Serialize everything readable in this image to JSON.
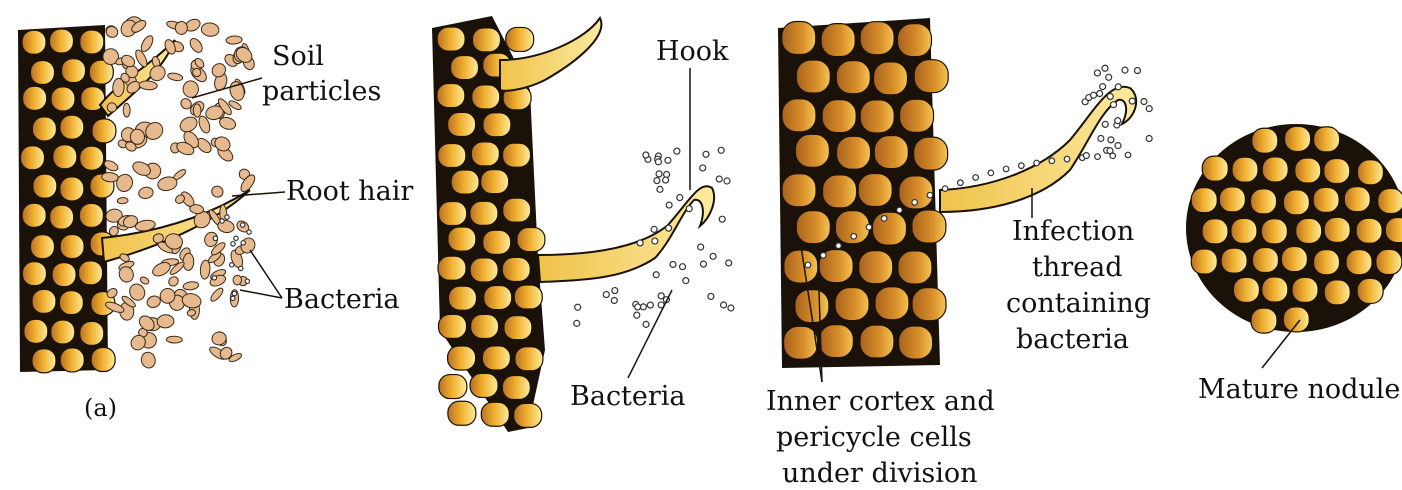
{
  "panels": [
    {
      "caption": "(a)",
      "labels": {
        "soil_line1": "Soil",
        "soil_line2": "particles",
        "root_hair": "Root hair",
        "bacteria": "Bacteria"
      }
    },
    {
      "labels": {
        "hook": "Hook",
        "bacteria": "Bacteria"
      }
    },
    {
      "labels": {
        "infection_1": "Infection",
        "infection_2": "thread",
        "infection_3": "containing",
        "infection_4": "bacteria",
        "cortex_1": "Inner cortex and",
        "cortex_2": "pericycle cells",
        "cortex_3": "under division"
      }
    },
    {
      "labels": {
        "mature": "Mature nodule"
      }
    }
  ],
  "colors": {
    "cell_light": "#fbe690",
    "cell_mid": "#f2b734",
    "cell_dark": "#c47a22",
    "root_hair": "#f6dd74",
    "soil": "#e7b98f",
    "outline": "#1a1208"
  }
}
